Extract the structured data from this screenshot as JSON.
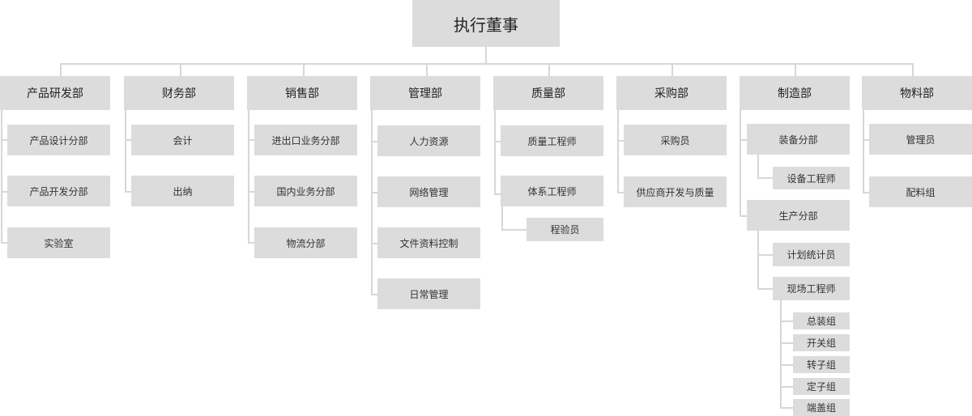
{
  "root": "执行董事",
  "departments": [
    {
      "name": "产品研发部",
      "subs": [
        "产品设计分部",
        "产品开发分部",
        "实验室"
      ]
    },
    {
      "name": "财务部",
      "subs": [
        "会计",
        "出纳"
      ]
    },
    {
      "name": "销售部",
      "subs": [
        "进出口业务分部",
        "国内业务分部",
        "物流分部"
      ]
    },
    {
      "name": "管理部",
      "subs": [
        "人力资源",
        "网络管理",
        "文件资料控制",
        "日常管理"
      ]
    },
    {
      "name": "质量部",
      "subs": [
        "质量工程师",
        "体系工程师"
      ],
      "sub_children": [
        "程验员"
      ]
    },
    {
      "name": "采购部",
      "subs": [
        "采购员",
        "供应商开发与质量"
      ]
    },
    {
      "name": "制造部",
      "subs": [
        "装备分部",
        "生产分部"
      ],
      "equipment_children": [
        "设备工程师"
      ],
      "production_children": [
        "计划统计员",
        "现场工程师"
      ],
      "site_engineer_children": [
        "总装组",
        "开关组",
        "转子组",
        "定子组",
        "端盖组"
      ]
    },
    {
      "name": "物料部",
      "subs": [
        "管理员",
        "配料组"
      ]
    }
  ]
}
